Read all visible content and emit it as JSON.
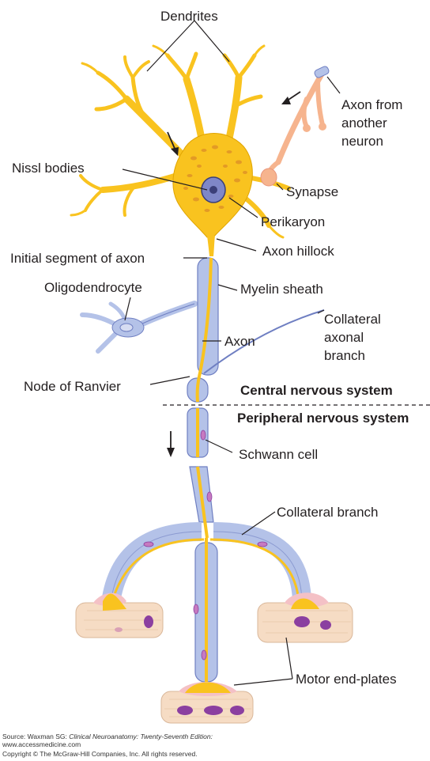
{
  "labels": {
    "dendrites": "Dendrites",
    "axon_from_another_neuron": [
      "Axon from",
      "another",
      "neuron"
    ],
    "nissl_bodies": "Nissl bodies",
    "synapse": "Synapse",
    "perikaryon": "Perikaryon",
    "axon_hillock": "Axon hillock",
    "initial_segment": "Initial segment of axon",
    "oligodendrocyte": "Oligodendrocyte",
    "myelin_sheath": "Myelin sheath",
    "collateral_axonal_branch": [
      "Collateral",
      "axonal",
      "branch"
    ],
    "axon": "Axon",
    "node_of_ranvier": "Node of Ranvier",
    "central_nervous_system": "Central nervous system",
    "peripheral_nervous_system": "Peripheral nervous system",
    "schwann_cell": "Schwann cell",
    "collateral_branch": "Collateral branch",
    "motor_end_plates": "Motor end-plates"
  },
  "source": {
    "line1_prefix": "Source: Waxman SG: ",
    "line1_italic": "Clinical Neuroanatomy: Twenty-Seventh Edition:",
    "line2": "www.accessmedicine.com",
    "line3": "Copyright © The McGraw-Hill Companies, Inc. All rights reserved."
  },
  "colors": {
    "neuron_fill": "#f9c31f",
    "neuron_stroke": "#e0a400",
    "nissl": "#e39a25",
    "nucleus": "#7f87c7",
    "myelin": "#b4c2e8",
    "myelin_stroke": "#6f7fc2",
    "presynaptic_axon": "#f6b48e",
    "muscle": "#f6dcc4",
    "muscle_nucleus": "#8b3fa0",
    "endplate_pink": "#f4c1c6"
  }
}
